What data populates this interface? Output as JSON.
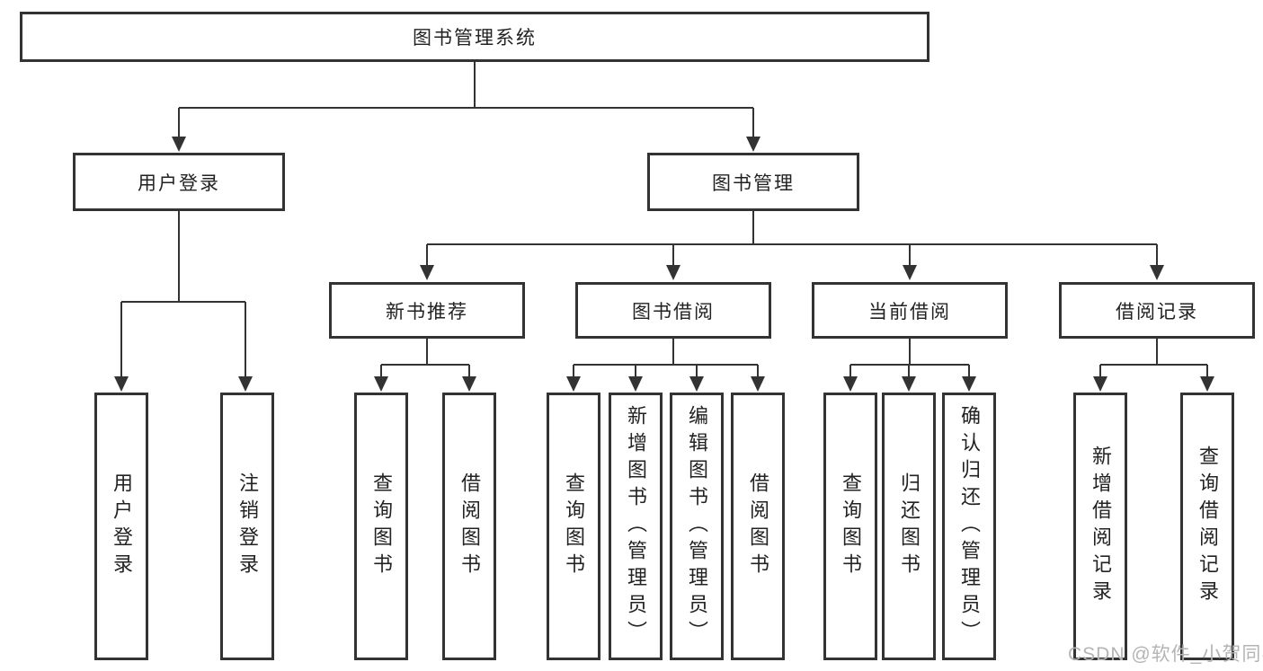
{
  "diagram_type": "hierarchy-tree",
  "tree": {
    "root": "图书管理系统",
    "children": [
      {
        "label": "用户登录",
        "children": [
          "用户登录",
          "注销登录"
        ]
      },
      {
        "label": "图书管理",
        "children": [
          {
            "label": "新书推荐",
            "children": [
              "查询图书",
              "借阅图书"
            ]
          },
          {
            "label": "图书借阅",
            "children": [
              "查询图书",
              "新增图书（管理员）",
              "编辑图书（管理员）",
              "借阅图书"
            ]
          },
          {
            "label": "当前借阅",
            "children": [
              "查询图书",
              "归还图书",
              "确认归还（管理员）"
            ]
          },
          {
            "label": "借阅记录",
            "children": [
              "新增借阅记录",
              "查询借阅记录"
            ]
          }
        ]
      }
    ]
  },
  "watermark": {
    "text": "CSDN @软件_小贺同学",
    "color": "#b4b4b4"
  },
  "colors": {
    "background": "#ffffff",
    "line": "#333333",
    "box_border": "#333333",
    "box_fill": "#ffffff",
    "text": "#222222"
  }
}
